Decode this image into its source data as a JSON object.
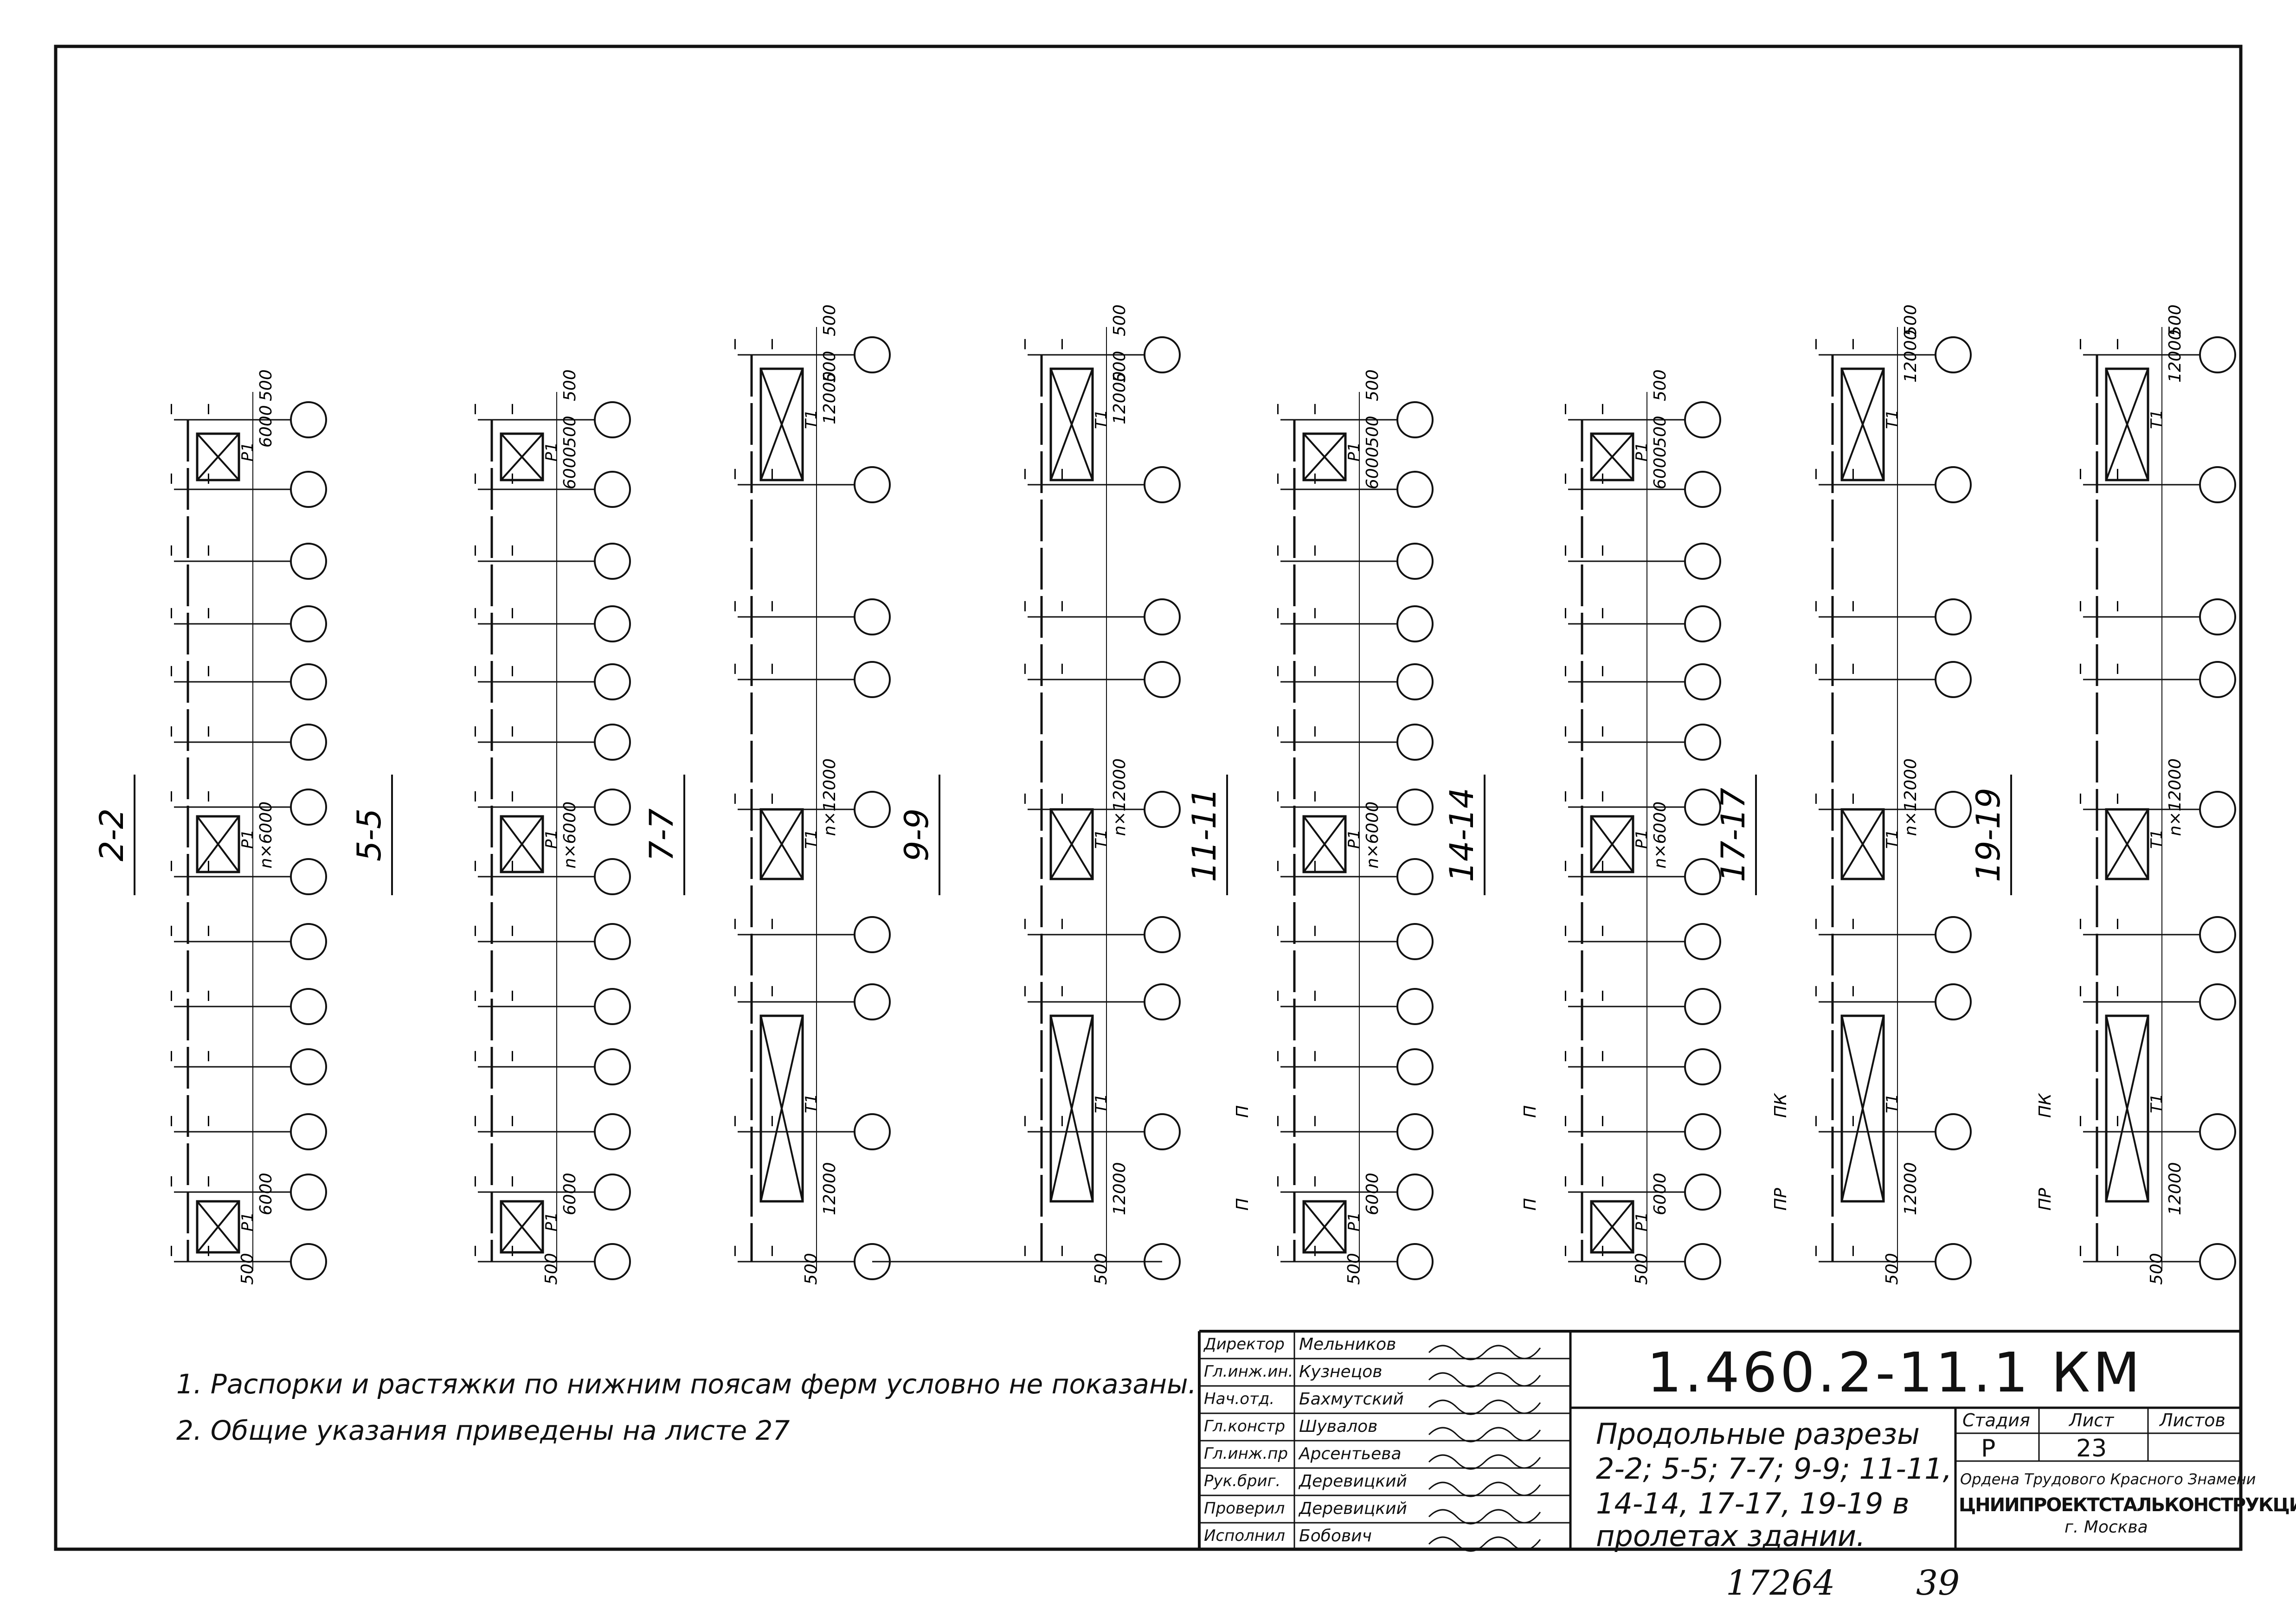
{
  "sections": [
    {
      "id": "2-2",
      "label": "2-2",
      "dims": [
        "500",
        "6000",
        "n×6000",
        "6000",
        "500"
      ],
      "marks": [
        "P1",
        "P1",
        "P1"
      ]
    },
    {
      "id": "5-5",
      "label": "5-5",
      "dims": [
        "500",
        "500",
        "6000",
        "n×6000",
        "6000",
        "500"
      ],
      "marks": [
        "P1",
        "P1",
        "P1"
      ]
    },
    {
      "id": "7-7",
      "label": "7-7",
      "dims": [
        "500",
        "500",
        "12000",
        "n×12000",
        "12000",
        "500"
      ],
      "marks": [
        "T1",
        "T1",
        "T1"
      ]
    },
    {
      "id": "9-9",
      "label": "9-9",
      "dims": [
        "500",
        "500",
        "12000",
        "n×12000",
        "12000",
        "500"
      ],
      "marks": [
        "T1",
        "T1",
        "T1"
      ]
    },
    {
      "id": "11-11",
      "label": "11-11",
      "dims": [
        "500",
        "500",
        "6000",
        "n×6000",
        "6000",
        "500"
      ],
      "marks": [
        "P1",
        "P1",
        "P1",
        "П",
        "П"
      ]
    },
    {
      "id": "14-14",
      "label": "14-14",
      "dims": [
        "500",
        "500",
        "6000",
        "n×6000",
        "6000",
        "500"
      ],
      "marks": [
        "P1",
        "P1",
        "P1",
        "П",
        "П"
      ]
    },
    {
      "id": "17-17",
      "label": "17-17",
      "dims": [
        "500",
        "12000",
        "n×12000",
        "12000",
        "500"
      ],
      "marks": [
        "T1",
        "T1",
        "T1",
        "ПР",
        "ПК"
      ]
    },
    {
      "id": "19-19",
      "label": "19-19",
      "dims": [
        "500",
        "12000",
        "n×12000",
        "12000",
        "500"
      ],
      "marks": [
        "T1",
        "T1",
        "T1",
        "ПР",
        "ПК"
      ]
    }
  ],
  "notes": [
    "1. Распорки и растяжки по нижним поясам ферм условно не показаны.",
    "2. Общие указания приведены на листе 27"
  ],
  "stamp": {
    "code": "1.460.2-11.1 КМ",
    "title_lines": [
      "Продольные разрезы",
      "2-2; 5-5; 7-7; 9-9; 11-11,",
      "14-14, 17-17, 19-19 в",
      "пролетах здании."
    ],
    "signatures": [
      {
        "role": "Директор",
        "name": "Мельников"
      },
      {
        "role": "Гл.инж.ин.",
        "name": "Кузнецов"
      },
      {
        "role": "Нач.отд.",
        "name": "Бахмутский"
      },
      {
        "role": "Гл.констр",
        "name": "Шувалов"
      },
      {
        "role": "Гл.инж.пр",
        "name": "Арсентьева"
      },
      {
        "role": "Рук.бриг.",
        "name": "Деревицкий"
      },
      {
        "role": "Проверил",
        "name": "Деревицкий"
      },
      {
        "role": "Исполнил",
        "name": "Бобович"
      }
    ],
    "stage_header": "Стадия",
    "sheet_header": "Лист",
    "sheets_header": "Листов",
    "stage": "Р",
    "sheet": "23",
    "sheets": "",
    "org_line1": "Ордена Трудового Красного Знамени",
    "org_line2": "ЦНИИПРОЕКТСТАЛЬКОНСТРУКЦИЯ",
    "org_line3": "г. Москва"
  },
  "handwritten": {
    "left": "17264",
    "right": "39"
  }
}
